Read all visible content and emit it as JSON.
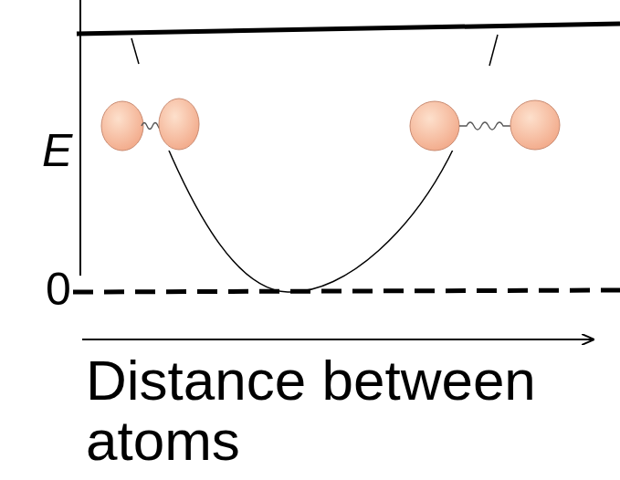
{
  "diagram": {
    "labels": [
      "E",
      "0",
      "Distance between atoms"
    ]
  }
}
